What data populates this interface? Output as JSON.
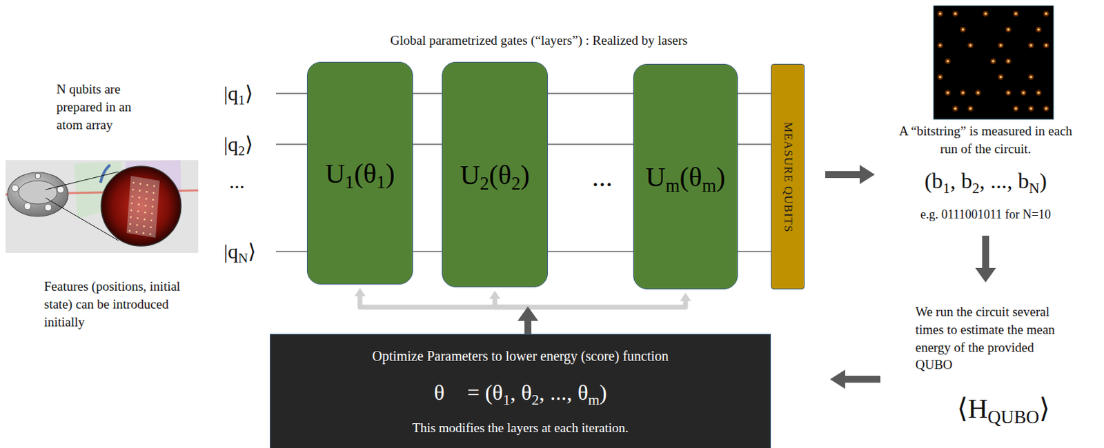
{
  "diagram": {
    "nodes": [
      {
        "text": [
          "U1(θ1)"
        ]
      },
      {
        "text": [
          "U2(θ2)"
        ]
      },
      {
        "text": [
          "Um(θm)"
        ]
      },
      {
        "text": [
          "MEASURE QUBITS"
        ]
      },
      {
        "text": [
          "Optimize Parameters to lower energy (score) function",
          "θ⃗ = (θ1, θ2, ..., θm)",
          "This modifies the layers at each iteration."
        ]
      }
    ],
    "edges": [
      {
        "from": 4,
        "to": 0,
        "arrow": "to"
      },
      {
        "from": 4,
        "to": 1,
        "arrow": "to"
      },
      {
        "from": 4,
        "to": 2,
        "arrow": "to"
      }
    ],
    "labels": [
      "N qubits are prepared in an atom array",
      "Features (positions, initial state) can be introduced initially",
      "Global parametrized gates (“layers”) : Realized by lasers",
      "|q1⟩",
      "|q2⟩",
      "...",
      "|qN⟩",
      "...",
      "A “bitstring” is measured in each run of the circuit.",
      "(b1, b2, ..., bN)",
      "e.g. 0111001011 for N=10",
      "We run the circuit several times to estimate the mean energy of the provided QUBO",
      "⟨HQUBO⟩"
    ]
  }
}
